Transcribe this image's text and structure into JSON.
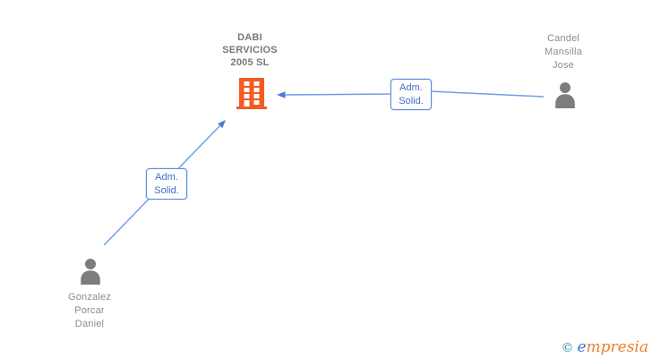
{
  "diagram": {
    "company": {
      "name": "DABI SERVICIOS 2005 SL",
      "name_lines": [
        "DABI",
        "SERVICIOS",
        "2005 SL"
      ]
    },
    "persons": [
      {
        "name": "Candel Mansilla Jose",
        "name_lines": [
          "Candel",
          "Mansilla",
          "Jose"
        ]
      },
      {
        "name": "Gonzalez Porcar Daniel",
        "name_lines": [
          "Gonzalez",
          "Porcar",
          "Daniel"
        ]
      }
    ],
    "edges": [
      {
        "from": "Candel Mansilla Jose",
        "to": "DABI SERVICIOS 2005 SL",
        "label_lines": [
          "Adm.",
          "Solid."
        ]
      },
      {
        "from": "Gonzalez Porcar Daniel",
        "to": "DABI SERVICIOS 2005 SL",
        "label_lines": [
          "Adm.",
          "Solid."
        ]
      }
    ]
  },
  "colors": {
    "company_icon": "#f55a21",
    "person_icon": "#7d7d7d",
    "company_text": "#787878",
    "person_text": "#8d8d8d",
    "edge_line": "#6f9fe4",
    "edge_arrow": "#4a7bd4",
    "label_border": "#5a8cd8",
    "label_text": "#3e6ec6",
    "logo_teal": "#2f8fa0",
    "logo_blue": "#3c74c4",
    "logo_orange": "#ee7e28"
  },
  "logo": {
    "copyright_symbol": "©",
    "brand_initial": "e",
    "brand_rest": "mpresia"
  }
}
